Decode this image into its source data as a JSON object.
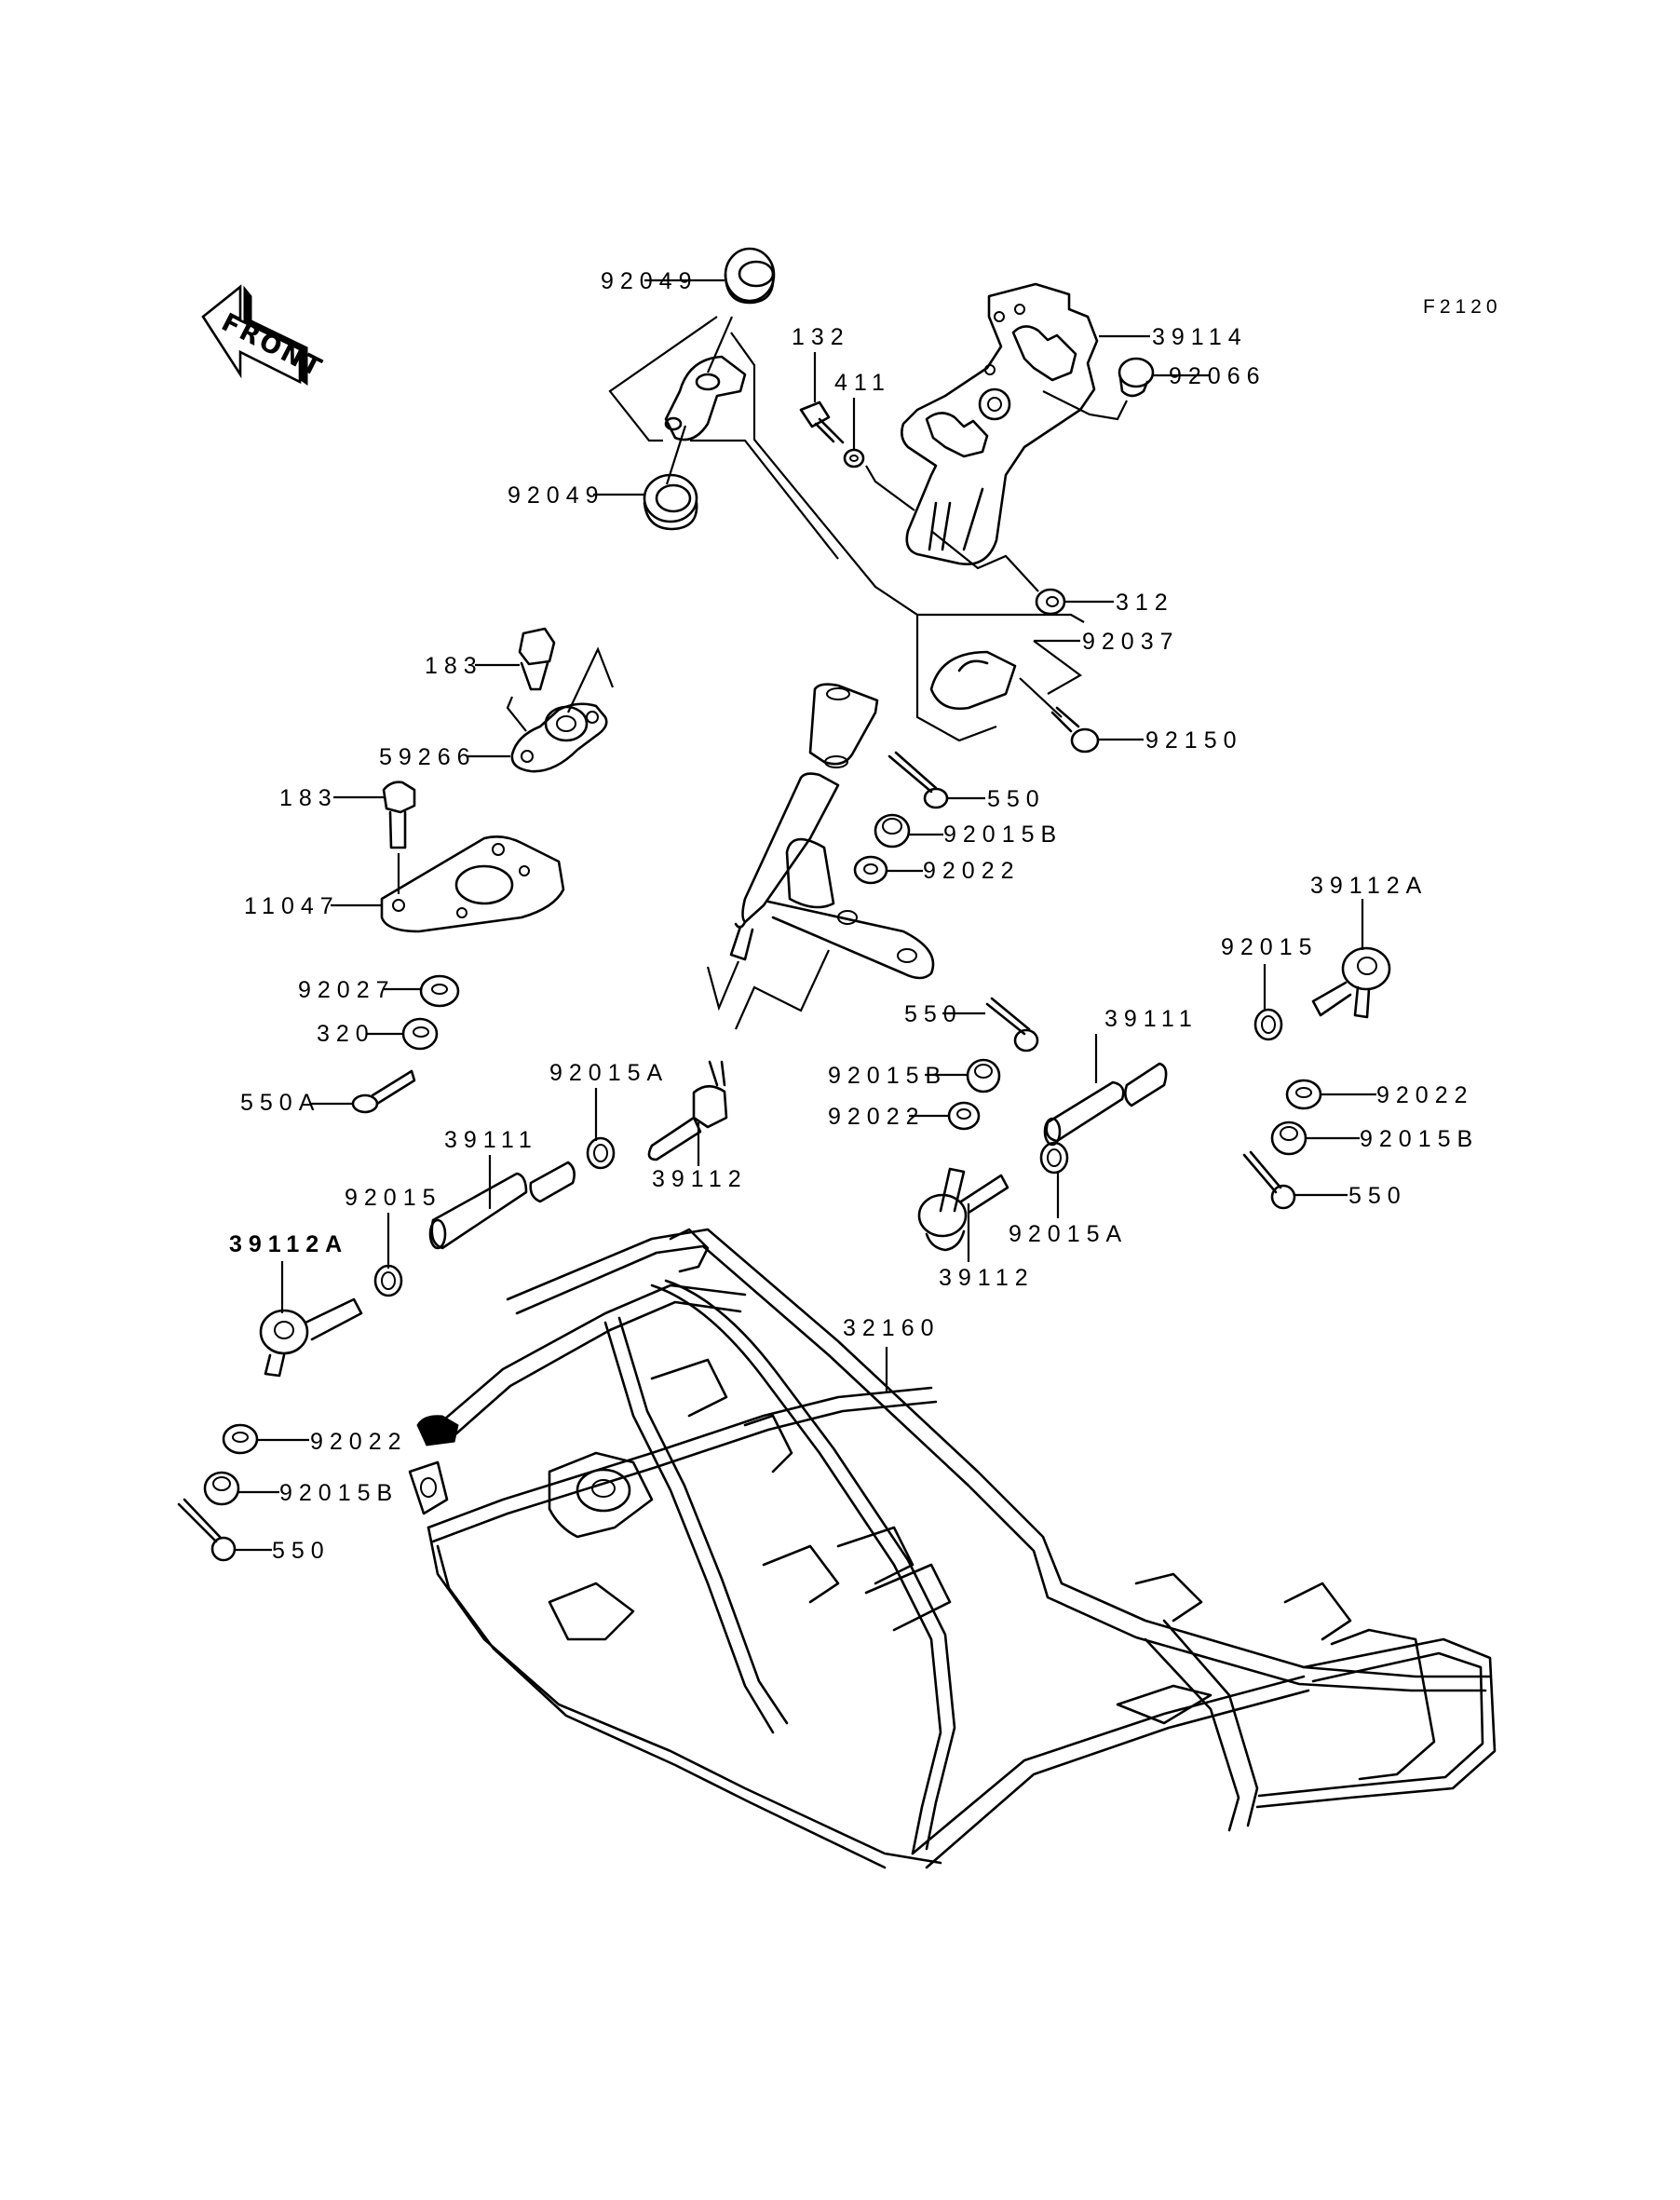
{
  "diagram": {
    "figure_code": "F2120",
    "front_arrow_label": "FRONT",
    "callouts": {
      "p92049_top": "92049",
      "p132": "132",
      "p411": "411",
      "p39114": "39114",
      "p92066": "92066",
      "p92049_bottom": "92049",
      "p312": "312",
      "p92037": "92037",
      "p183_upper": "183",
      "p59266": "59266",
      "p92150": "92150",
      "p550_upper": "550",
      "p92015B_upper": "92015B",
      "p183_lower": "183",
      "p92022_upper": "92022",
      "p39112A_right": "39112A",
      "p11047": "11047",
      "p92015_right": "92015",
      "p550_middle": "550",
      "p39111_right": "39111",
      "p92027": "92027",
      "p320": "320",
      "p550A": "550A",
      "p92015A_left": "92015A",
      "p92015B_middle": "92015B",
      "p92022_right": "92022",
      "p92022_middle": "92022",
      "p39111_left": "39111",
      "p92015B_right": "92015B",
      "p39112_left": "39112",
      "p92015_left": "92015",
      "p550_right": "550",
      "p39112A_left": "39112A",
      "p92015A_right": "92015A",
      "p39112_right": "39112",
      "p32160": "32160",
      "p92022_lower": "92022",
      "p92015B_lower": "92015B",
      "p550_lower": "550"
    }
  }
}
